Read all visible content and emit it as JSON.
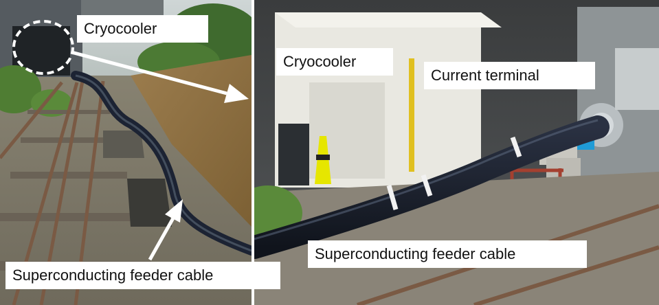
{
  "labels": {
    "cryocooler_left": "Cryocooler",
    "feeder_left": "Superconducting feeder cable",
    "cryocooler_right": "Cryocooler",
    "current_terminal": "Current terminal",
    "feeder_right": "Superconducting feeder cable"
  },
  "colors": {
    "label_background": "#ffffff",
    "label_text": "#111111",
    "arrow": "#ffffff",
    "cable": "#1c2333",
    "rail": "#7a5a44"
  }
}
